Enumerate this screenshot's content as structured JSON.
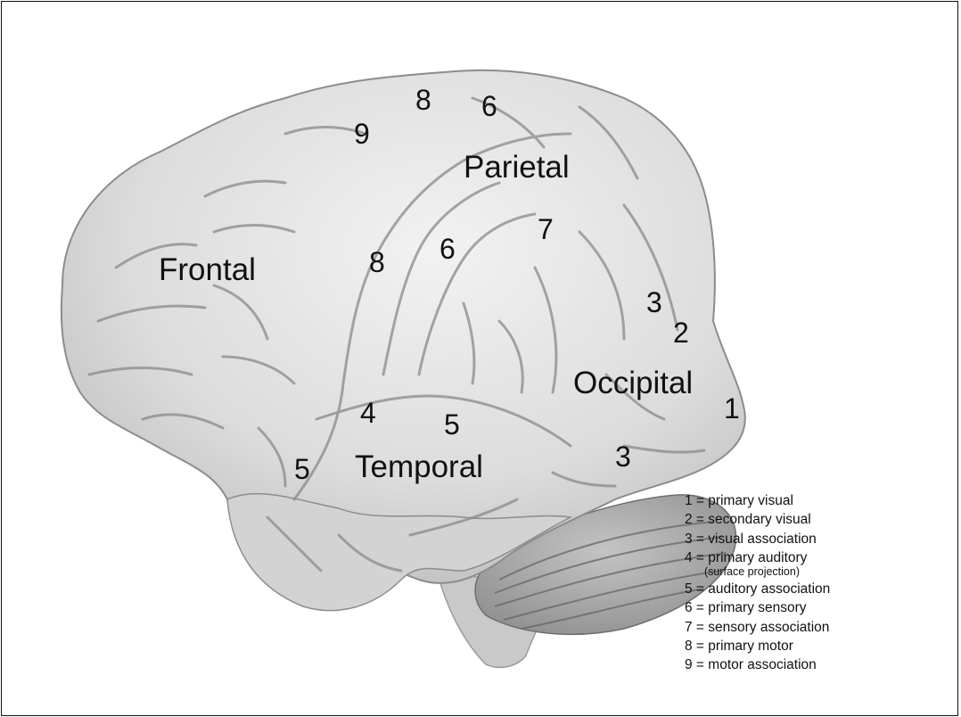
{
  "regions": {
    "frontal": "Frontal",
    "parietal": "Parietal",
    "occipital": "Occipital",
    "temporal": "Temporal"
  },
  "area_numbers": {
    "n9_top": "9",
    "n8_top": "8",
    "n6_top": "6",
    "n8_mid": "8",
    "n6_mid": "6",
    "n7": "7",
    "n3_upper": "3",
    "n2": "2",
    "n1": "1",
    "n4": "4",
    "n5_mid": "5",
    "n5_left": "5",
    "n3_lower": "3"
  },
  "legend": {
    "items": [
      "1 = primary visual",
      "2 = secondary visual",
      "3 = visual association",
      "4 = primary auditory",
      "5 = auditory association",
      "6 = primary sensory",
      "7 = sensory association",
      "8 = primary motor",
      "9 = motor association"
    ],
    "note_item4": "(surface projection)"
  },
  "colors": {
    "brain_fill": "#d8d8d8",
    "sulcus": "#7a7a7a",
    "cerebellum": "#a9a9a9",
    "background": "#ffffff",
    "text": "#111111"
  }
}
